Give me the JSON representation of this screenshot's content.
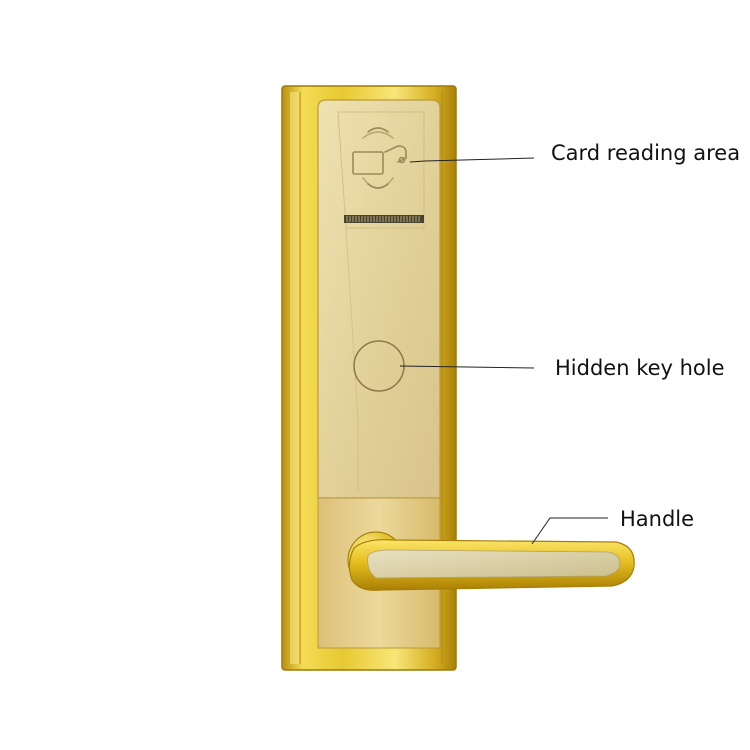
{
  "callouts": [
    {
      "id": "card",
      "label": "Card reading area"
    },
    {
      "id": "keyhole",
      "label": "Hidden key hole"
    },
    {
      "id": "handle",
      "label": "Handle"
    }
  ],
  "colors": {
    "gold_dark": "#b7950b",
    "gold_mid": "#e4c22a",
    "gold_light": "#fdf08a",
    "panel_champagne": "#e6d6a4",
    "grip_inlay": "#d8cfa8",
    "icon_outline": "#9a8c5a",
    "leader_line": "#222222",
    "label_text": "#111111"
  },
  "icons": [
    "contactless-card-icon",
    "card-reader-strip",
    "keyhole-cover"
  ]
}
